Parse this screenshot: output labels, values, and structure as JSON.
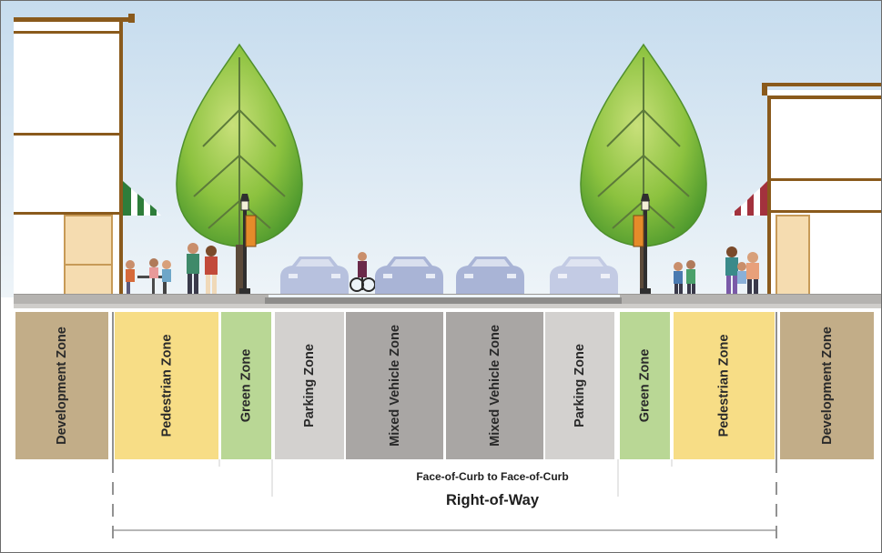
{
  "zones": [
    {
      "label": "Development Zone",
      "color": "#c2ad88"
    },
    {
      "label": "Pedestrian Zone",
      "color": "#f7dd86"
    },
    {
      "label": "Green Zone",
      "color": "#b9d795"
    },
    {
      "label": "Parking Zone",
      "color": "#d3d1cf"
    },
    {
      "label": "Mixed Vehicle Zone",
      "color": "#a9a6a4"
    },
    {
      "label": "Mixed Vehicle Zone",
      "color": "#a9a6a4"
    },
    {
      "label": "Parking Zone",
      "color": "#d3d1cf"
    },
    {
      "label": "Green Zone",
      "color": "#b9d795"
    },
    {
      "label": "Pedestrian Zone",
      "color": "#f7dd86"
    },
    {
      "label": "Development Zone",
      "color": "#c2ad88"
    }
  ],
  "dimensions": {
    "curb_to_curb": "Face-of-Curb to Face-of-Curb",
    "right_of_way": "Right-of-Way"
  },
  "colors": {
    "sky_top": "#c6dcee",
    "sky_bottom": "#eef4f8",
    "tree_foliage": "#8cc23f",
    "building_trim": "#8a5a1c",
    "car": "#b7c1de",
    "sidewalk": "#b5b3b0",
    "road": "#8d8c8a"
  }
}
